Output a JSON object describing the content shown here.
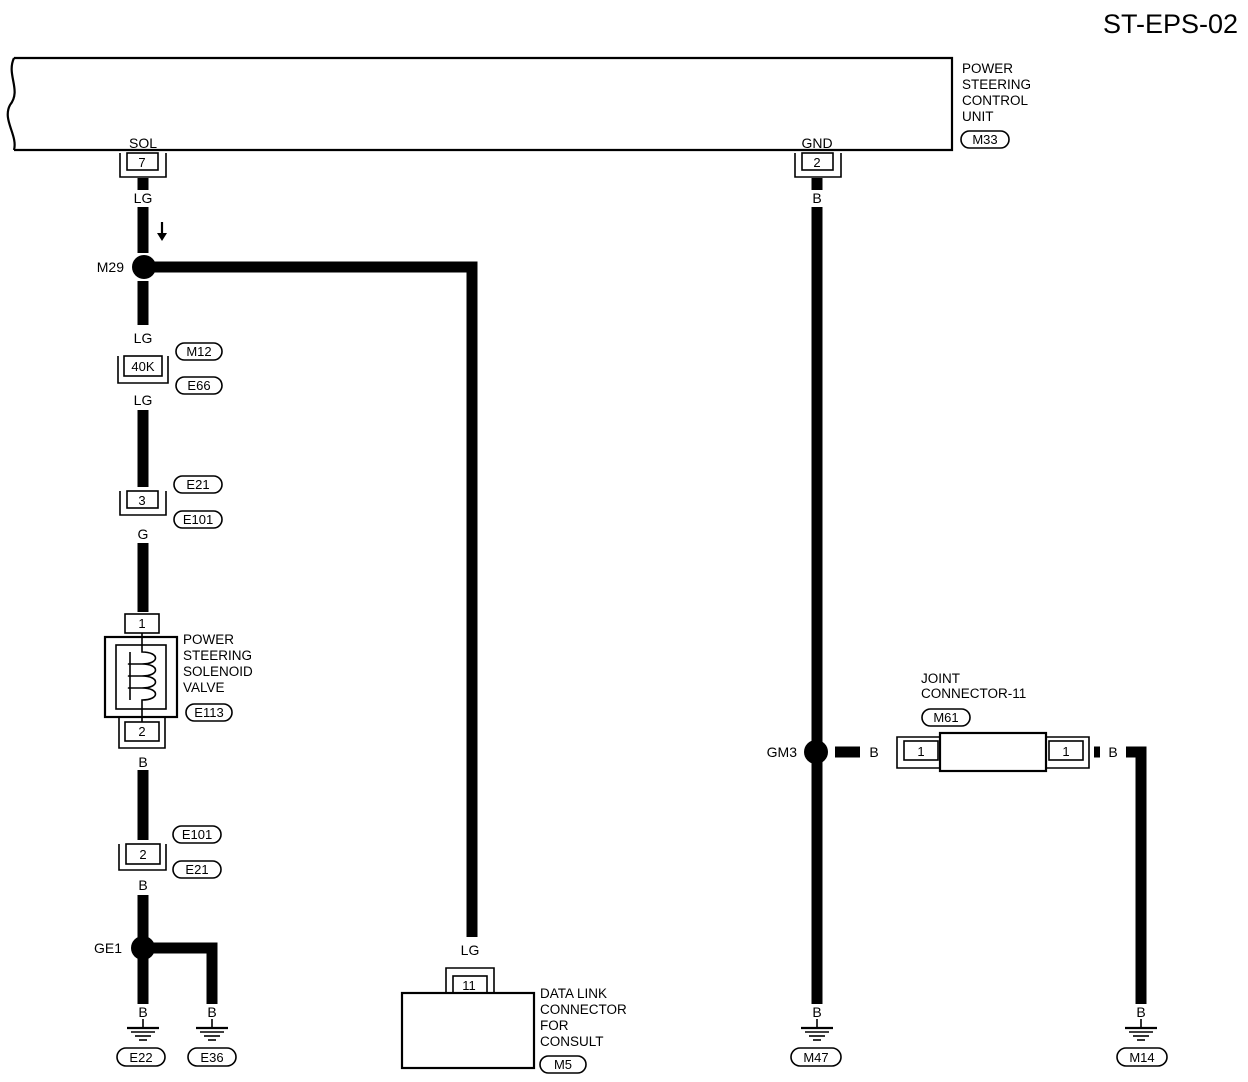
{
  "title": "ST-EPS-02",
  "control_unit": {
    "name_lines": [
      "POWER",
      "STEERING",
      "CONTROL",
      "UNIT"
    ],
    "code": "M33",
    "sol": {
      "label": "SOL",
      "pin": "7"
    },
    "gnd": {
      "label": "GND",
      "pin": "2"
    }
  },
  "left_branch": {
    "wire_top": "LG",
    "junction_m29": "M29",
    "wire_mid_1": "LG",
    "conn_40k": {
      "pin": "40K",
      "code_top": "M12",
      "code_bottom": "E66"
    },
    "wire_mid_2": "LG",
    "conn_3": {
      "pin": "3",
      "code_top": "E21",
      "code_bottom": "E101"
    },
    "wire_mid_3": "G",
    "solenoid": {
      "pin_top": "1",
      "pin_bottom": "2",
      "name_lines": [
        "POWER",
        "STEERING",
        "SOLENOID",
        "VALVE"
      ],
      "code": "E113"
    },
    "wire_mid_4": "B",
    "conn_2": {
      "pin": "2",
      "code_top": "E101",
      "code_bottom": "E21"
    },
    "wire_mid_5": "B",
    "junction_ge1": "GE1",
    "ground_1": {
      "wire": "B",
      "code": "E22"
    },
    "ground_2": {
      "wire": "B",
      "code": "E36"
    }
  },
  "data_link": {
    "wire": "LG",
    "pin": "11",
    "name_lines": [
      "DATA LINK",
      "CONNECTOR",
      "FOR",
      "CONSULT"
    ],
    "code": "M5"
  },
  "right_branch": {
    "wire_top": "B",
    "junction_gm3": "GM3",
    "wire_to_joint": "B",
    "joint": {
      "name_lines": [
        "JOINT",
        "CONNECTOR-11"
      ],
      "code": "M61",
      "pin_left": "1",
      "pin_right": "1"
    },
    "wire_from_joint": "B",
    "ground_m47": {
      "wire": "B",
      "code": "M47"
    },
    "ground_m14": {
      "wire": "B",
      "code": "M14"
    }
  }
}
